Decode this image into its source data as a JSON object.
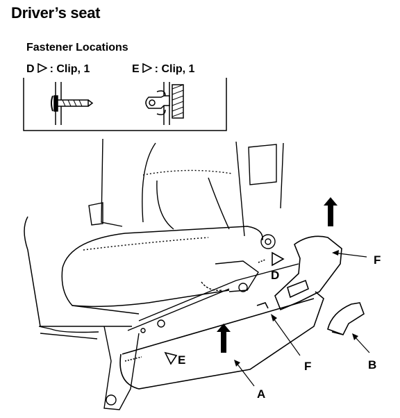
{
  "title": "Driver’s seat",
  "fasteners": {
    "heading": "Fastener Locations",
    "clip_d": {
      "letter": "D",
      "text": ": Clip, 1"
    },
    "clip_e": {
      "letter": "E",
      "text": ": Clip, 1"
    }
  },
  "callouts": {
    "a": "A",
    "b": "B",
    "d": "D",
    "e": "E",
    "f_upper": "F",
    "f_lower": "F"
  },
  "icons": [
    "clip-d-icon",
    "clip-e-icon",
    "triangle-marker-icon",
    "up-arrow-icon"
  ]
}
